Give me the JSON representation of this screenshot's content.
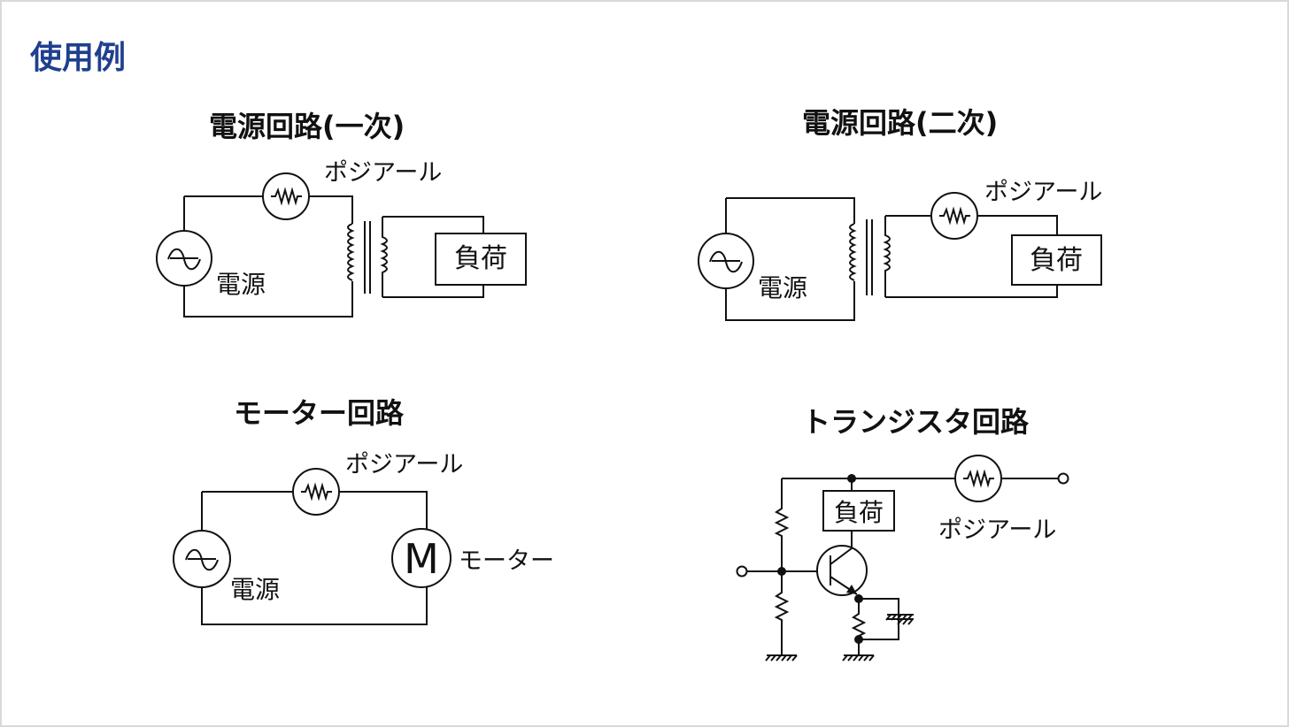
{
  "page": {
    "title": "使用例"
  },
  "diagrams": {
    "primary": {
      "title": "電源回路(一次)",
      "posistor_label": "ポジアール",
      "source_label": "電源",
      "load_label": "負荷"
    },
    "secondary": {
      "title": "電源回路(二次)",
      "posistor_label": "ポジアール",
      "source_label": "電源",
      "load_label": "負荷"
    },
    "motor": {
      "title": "モーター回路",
      "posistor_label": "ポジアール",
      "source_label": "電源",
      "motor_symbol": "M",
      "motor_label": "モーター"
    },
    "transistor": {
      "title": "トランジスタ回路",
      "posistor_label": "ポジアール",
      "load_label": "負荷"
    }
  },
  "colors": {
    "title": "#1f3f8f",
    "line": "#111111",
    "border": "#d9d9d9"
  }
}
